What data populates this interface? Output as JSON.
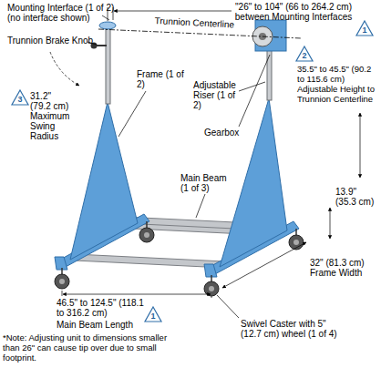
{
  "diagram": {
    "labels": [
      "\"26\" to 104\" (66 to 264.2 cm) between Mounting Interfaces",
      "1",
      "Mounting Interface (1 of 2) (no interface shown)",
      "Trunnion Brake Knob",
      "Trunnion Centerline",
      "Frame (1 of 2)",
      "Adjustable Riser (1 of 2)",
      "2",
      "35.5\" to 45.5\" (90.2 to 115.6 cm) Adjustable Height to Trunnion Centerline",
      "3",
      "31.2\" (79.2 cm) Maximum Swing Radius",
      "Gearbox",
      "Main Beam (1 of 3)",
      "13.9\" (35.3 cm)",
      "32\" (81.3 cm) Frame Width",
      "46.5\" to 124.5\" (118.1 to 316.2 cm)",
      "1",
      "Main Beam Length",
      "*Note: Adjusting unit to dimensions smaller than 26\" can cause tip over due to small footprint.",
      "Swivel Caster with 5\" (12.7 cm) wheel (1 of 4)"
    ]
  }
}
